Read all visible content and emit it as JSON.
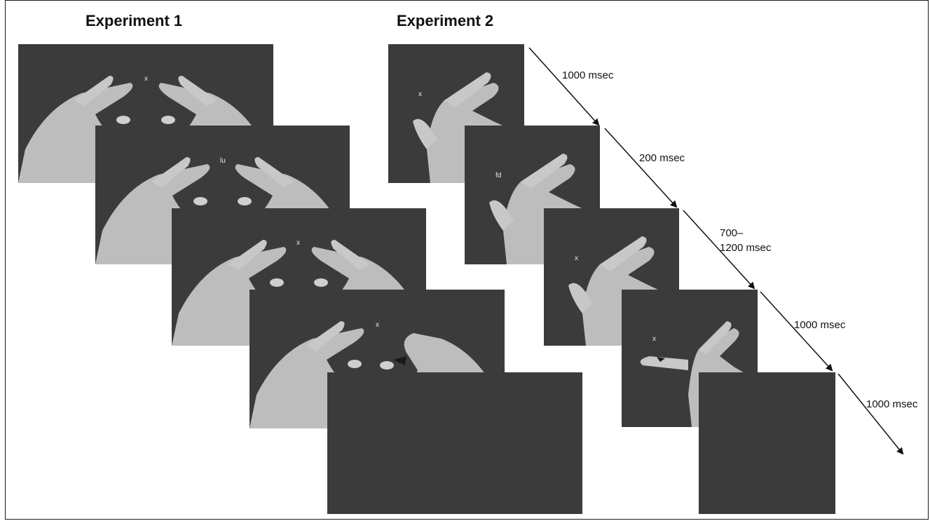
{
  "experiment1": {
    "title": "Experiment 1",
    "frames": [
      {
        "stimulus": "x"
      },
      {
        "stimulus": "lu"
      },
      {
        "stimulus": "x"
      },
      {
        "stimulus": "x"
      },
      {
        "stimulus": ""
      }
    ]
  },
  "experiment2": {
    "title": "Experiment 2",
    "frames": [
      {
        "stimulus": "x"
      },
      {
        "stimulus": "fd"
      },
      {
        "stimulus": "x"
      },
      {
        "stimulus": "x"
      },
      {
        "stimulus": ""
      }
    ],
    "durations": [
      {
        "line1": "1000 msec",
        "line2": ""
      },
      {
        "line1": "200 msec",
        "line2": ""
      },
      {
        "line1": "700–",
        "line2": "1200 msec"
      },
      {
        "line1": "1000 msec",
        "line2": ""
      },
      {
        "line1": "1000 msec",
        "line2": ""
      }
    ]
  },
  "colors": {
    "screen": "#3b3b3b",
    "hand": "#bcbcbc",
    "arrow": "#111111"
  }
}
